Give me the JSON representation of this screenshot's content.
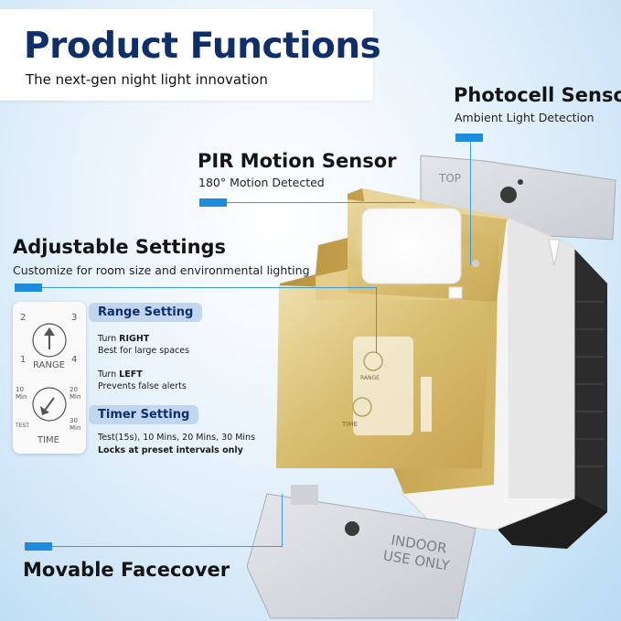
{
  "header": {
    "title": "Product Functions",
    "subtitle": "The next-gen night light innovation"
  },
  "features": {
    "photocell": {
      "title": "Photocell Sensor",
      "desc": "Ambient Light Detection"
    },
    "pir": {
      "title": "PIR Motion Sensor",
      "desc": "180° Motion Detected"
    },
    "adjustable": {
      "title": "Adjustable Settings",
      "desc": "Customize for room size and environmental lighting"
    },
    "facecover": {
      "title": "Movable Facecover"
    }
  },
  "range_setting": {
    "label": "Range Setting",
    "right_prefix": "Turn ",
    "right_word": "RIGHT",
    "right_desc": "Best for large spaces",
    "left_prefix": "Turn ",
    "left_word": "LEFT",
    "left_desc": "Prevents false alerts"
  },
  "timer_setting": {
    "label": "Timer Setting",
    "options": "Test(15s), 10 Mins, 20 Mins, 30 Mins",
    "note": "Locks at preset intervals only"
  },
  "dial_card": {
    "range_label": "RANGE",
    "range_ticks": [
      "1",
      "2",
      "3",
      "4"
    ],
    "time_label": "TIME",
    "time_ticks": [
      "10",
      "20",
      "30",
      "TEST"
    ],
    "time_units": [
      "Min",
      "Min",
      "Min"
    ]
  },
  "device": {
    "plate_top_label": "TOP",
    "plate_bottom_label_1": "INDOOR",
    "plate_bottom_label_2": "USE ONLY",
    "range_label": "RANGE",
    "time_label": "TIME"
  },
  "colors": {
    "title": "#0f2f6b",
    "accent": "#1f8bdc",
    "pill_bg": "#c2d6f0",
    "gold": "#d9bf72"
  }
}
